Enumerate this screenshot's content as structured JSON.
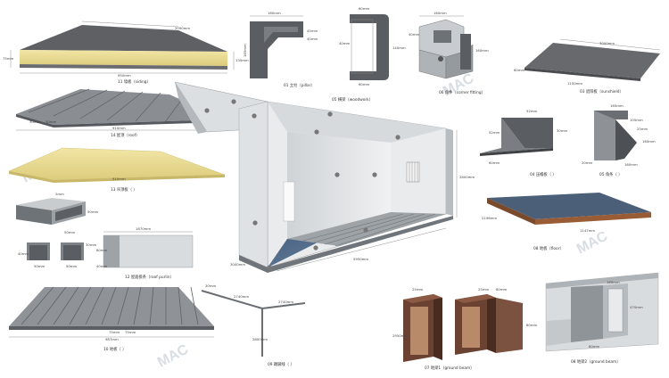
{
  "watermark": {
    "brand": "MAC"
  },
  "parts": {
    "siding": {
      "caption": "11 墙板（siding）",
      "width_dim": "2090mm",
      "length_dim": "950mm",
      "height_dim": "75mm",
      "thick_dim": "130mm"
    },
    "roof": {
      "caption": "14 屋顶（roof）",
      "dim_a": "30mm",
      "dim_b": "30mm",
      "width_dim": "910mm"
    },
    "ceiling": {
      "caption": "13 吊顶板（ ）",
      "width_dim": "910mm"
    },
    "purlin_box": {
      "dim_top": "2mm",
      "dim_side": "50mm",
      "dim_bottom": "50mm"
    },
    "purlin": {
      "caption": "12 屋面檩条（roof purlin）",
      "length_dim": "1870mm",
      "d1": "40mm",
      "d2": "50mm",
      "d3": "50mm",
      "d4": "30mm",
      "d5": "80mm",
      "d6": "40mm"
    },
    "floor_deck": {
      "caption": "10 地板（ ）",
      "width_dim": "987mm",
      "d1": "75mm",
      "d2": "75mm"
    },
    "pillar": {
      "caption": "01 立柱（pillar）",
      "d_top": "160mm",
      "d_left": "160mm",
      "d_right": "45mm",
      "d_mid": "40mm"
    },
    "woodwork": {
      "caption": "05 横梁（woodwork）",
      "d_top": "60mm",
      "d_right": "140mm",
      "d_bottom": "60mm",
      "d_left": "40mm"
    },
    "corner_fitting": {
      "caption": "06 角件（corner fitting）",
      "d_top": "160mm",
      "d_right": "160mm",
      "d_left": "40mm"
    },
    "sunshield": {
      "caption": "03 遮阳板（sunshield）",
      "width_dim": "3000mm",
      "depth_dim": "1150mm",
      "thick_dim": "60mm"
    },
    "flashing": {
      "caption": "04 压檐板（ ）",
      "d_top": "52mm",
      "d_right": "30mm",
      "d_left": "52mm",
      "d_bottom": "60mm"
    },
    "corner_trim": {
      "caption": "05 角条（ ）",
      "d_top": "165mm",
      "d_r1": "105mm",
      "d_r2": "25mm",
      "d_r3": "160mm",
      "d_bottom": "160mm",
      "d_left": "20mm"
    },
    "floor": {
      "caption": "08 地板（floor）",
      "width_dim": "2196mm",
      "length_dim": "1147mm"
    },
    "container": {
      "height_dim": "2800mm",
      "length_dim": "5950mm",
      "width_dim": "3000mm"
    },
    "skirting": {
      "caption": "09 踢脚线（ ）",
      "d_top": "30mm",
      "d_mid": "2740mm",
      "d_r": "2740mm",
      "d_down": "2800mm"
    },
    "ground_beam_1": {
      "caption": "07 地梁1（ground beam）",
      "d1": "25mm",
      "d2": "25mm",
      "d3": "80mm",
      "d4": "2950mm",
      "d5": "80mm"
    },
    "ground_beam_2": {
      "caption": "08 地梁2（ground beam）",
      "d1": "160mm",
      "d2": "470mm",
      "d3": "80mm"
    }
  }
}
